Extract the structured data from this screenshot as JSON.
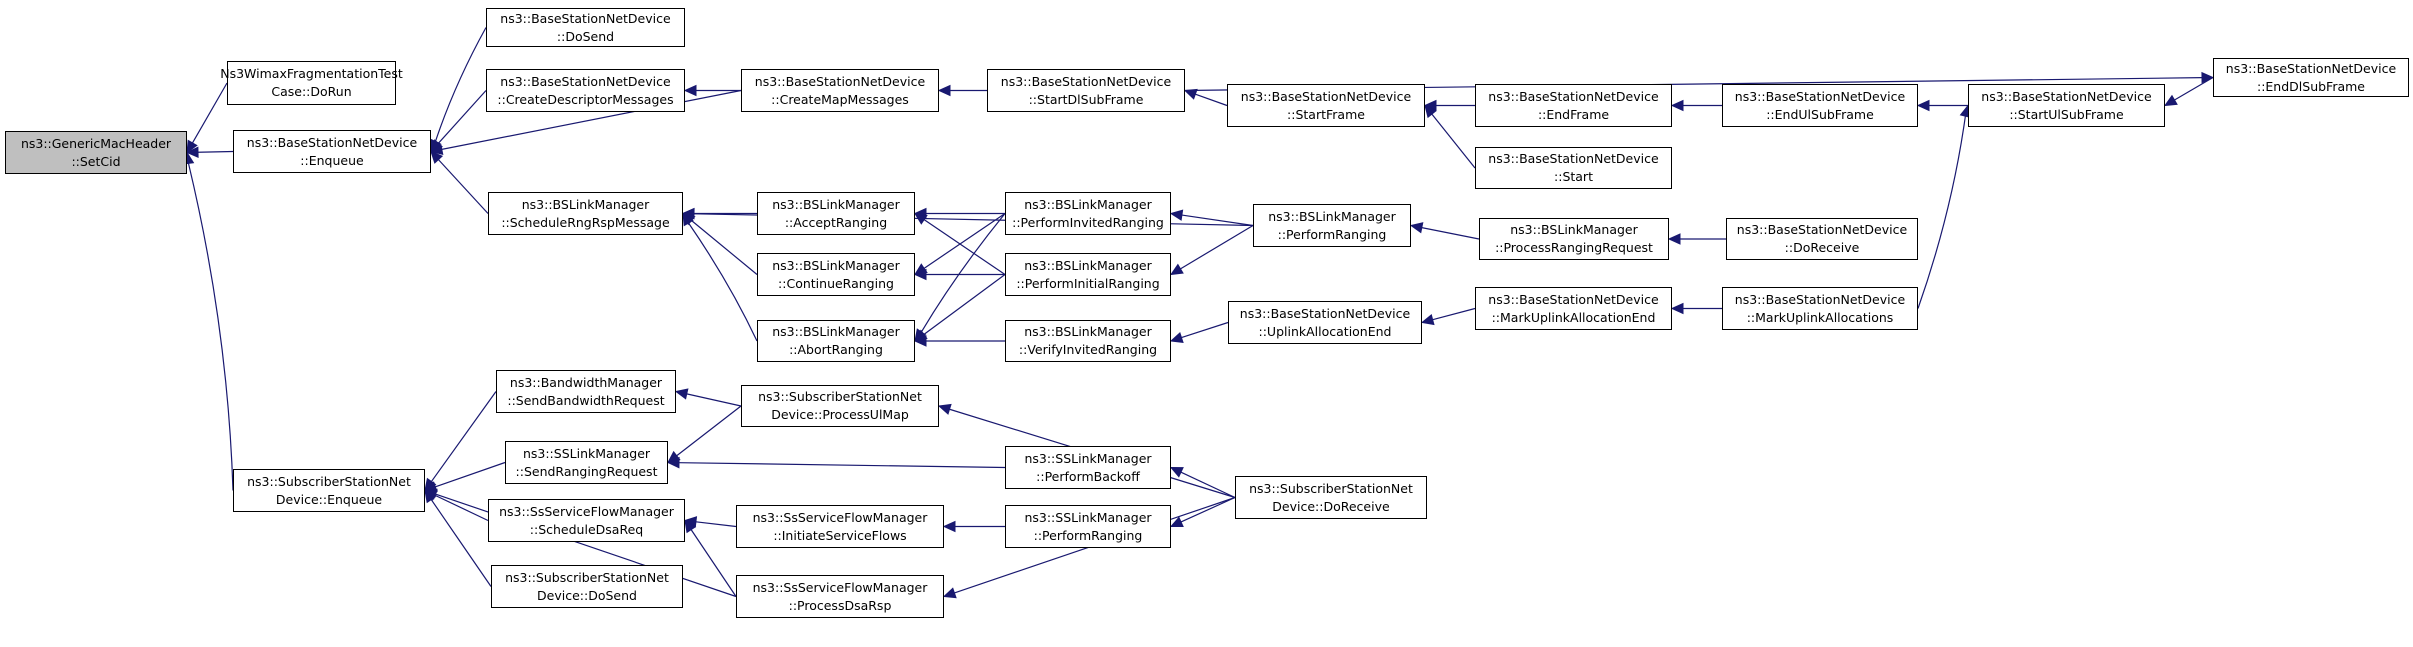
{
  "colors": {
    "edge": "#191970",
    "border": "#000000",
    "root_fill": "#bfbfbf",
    "node_fill": "#ffffff"
  },
  "nodes": [
    {
      "id": "setcid",
      "lines": [
        "ns3::GenericMacHeader",
        "::SetCid"
      ],
      "root": true
    },
    {
      "id": "ns3wimax",
      "lines": [
        "Ns3WimaxFragmentationTest",
        "Case::DoRun"
      ]
    },
    {
      "id": "bsnd_enqueue",
      "lines": [
        "ns3::BaseStationNetDevice",
        "::Enqueue"
      ]
    },
    {
      "id": "ssnd_enqueue",
      "lines": [
        "ns3::SubscriberStationNet",
        "Device::Enqueue"
      ]
    },
    {
      "id": "bsnd_dosend",
      "lines": [
        "ns3::BaseStationNetDevice",
        "::DoSend"
      ]
    },
    {
      "id": "bsnd_createdesc",
      "lines": [
        "ns3::BaseStationNetDevice",
        "::CreateDescriptorMessages"
      ]
    },
    {
      "id": "bsnd_createmap",
      "lines": [
        "ns3::BaseStationNetDevice",
        "::CreateMapMessages"
      ]
    },
    {
      "id": "bsnd_startdl",
      "lines": [
        "ns3::BaseStationNetDevice",
        "::StartDlSubFrame"
      ]
    },
    {
      "id": "bsnd_enddl",
      "lines": [
        "ns3::BaseStationNetDevice",
        "::EndDlSubFrame"
      ]
    },
    {
      "id": "bsnd_startframe",
      "lines": [
        "ns3::BaseStationNetDevice",
        "::StartFrame"
      ]
    },
    {
      "id": "bsnd_endframe",
      "lines": [
        "ns3::BaseStationNetDevice",
        "::EndFrame"
      ]
    },
    {
      "id": "bsnd_start",
      "lines": [
        "ns3::BaseStationNetDevice",
        "::Start"
      ]
    },
    {
      "id": "bsnd_endul",
      "lines": [
        "ns3::BaseStationNetDevice",
        "::EndUlSubFrame"
      ]
    },
    {
      "id": "bsnd_startul",
      "lines": [
        "ns3::BaseStationNetDevice",
        "::StartUlSubFrame"
      ]
    },
    {
      "id": "bslm_schedrng",
      "lines": [
        "ns3::BSLinkManager",
        "::ScheduleRngRspMessage"
      ]
    },
    {
      "id": "bslm_accept",
      "lines": [
        "ns3::BSLinkManager",
        "::AcceptRanging"
      ]
    },
    {
      "id": "bslm_continue",
      "lines": [
        "ns3::BSLinkManager",
        "::ContinueRanging"
      ]
    },
    {
      "id": "bslm_abort",
      "lines": [
        "ns3::BSLinkManager",
        "::AbortRanging"
      ]
    },
    {
      "id": "bslm_perfinvited",
      "lines": [
        "ns3::BSLinkManager",
        "::PerformInvitedRanging"
      ]
    },
    {
      "id": "bslm_perfinitial",
      "lines": [
        "ns3::BSLinkManager",
        "::PerformInitialRanging"
      ]
    },
    {
      "id": "bslm_verify",
      "lines": [
        "ns3::BSLinkManager",
        "::VerifyInvitedRanging"
      ]
    },
    {
      "id": "bslm_perfranging",
      "lines": [
        "ns3::BSLinkManager",
        "::PerformRanging"
      ]
    },
    {
      "id": "bslm_processrng",
      "lines": [
        "ns3::BSLinkManager",
        "::ProcessRangingRequest"
      ]
    },
    {
      "id": "bsnd_doreceive",
      "lines": [
        "ns3::BaseStationNetDevice",
        "::DoReceive"
      ]
    },
    {
      "id": "bsnd_uplinkend",
      "lines": [
        "ns3::BaseStationNetDevice",
        "::UplinkAllocationEnd"
      ]
    },
    {
      "id": "bsnd_markend",
      "lines": [
        "ns3::BaseStationNetDevice",
        "::MarkUplinkAllocationEnd"
      ]
    },
    {
      "id": "bsnd_markul",
      "lines": [
        "ns3::BaseStationNetDevice",
        "::MarkUplinkAllocations"
      ]
    },
    {
      "id": "bwm_sendbw",
      "lines": [
        "ns3::BandwidthManager",
        "::SendBandwidthRequest"
      ]
    },
    {
      "id": "sslm_sendrng",
      "lines": [
        "ns3::SSLinkManager",
        "::SendRangingRequest"
      ]
    },
    {
      "id": "sssfm_scheddsa",
      "lines": [
        "ns3::SsServiceFlowManager",
        "::ScheduleDsaReq"
      ]
    },
    {
      "id": "ssnd_dosend",
      "lines": [
        "ns3::SubscriberStationNet",
        "Device::DoSend"
      ]
    },
    {
      "id": "ssnd_processul",
      "lines": [
        "ns3::SubscriberStationNet",
        "Device::ProcessUlMap"
      ]
    },
    {
      "id": "sssfm_initiate",
      "lines": [
        "ns3::SsServiceFlowManager",
        "::InitiateServiceFlows"
      ]
    },
    {
      "id": "sssfm_processdsa",
      "lines": [
        "ns3::SsServiceFlowManager",
        "::ProcessDsaRsp"
      ]
    },
    {
      "id": "sslm_backoff",
      "lines": [
        "ns3::SSLinkManager",
        "::PerformBackoff"
      ]
    },
    {
      "id": "sslm_perfranging",
      "lines": [
        "ns3::SSLinkManager",
        "::PerformRanging"
      ]
    },
    {
      "id": "ssnd_doreceive",
      "lines": [
        "ns3::SubscriberStationNet",
        "Device::DoReceive"
      ]
    }
  ],
  "edges": [
    [
      "ns3wimax",
      "setcid"
    ],
    [
      "bsnd_enqueue",
      "setcid"
    ],
    [
      "ssnd_enqueue",
      "setcid"
    ],
    [
      "bsnd_dosend",
      "bsnd_enqueue"
    ],
    [
      "bsnd_createdesc",
      "bsnd_enqueue"
    ],
    [
      "bsnd_createmap",
      "bsnd_enqueue"
    ],
    [
      "bslm_schedrng",
      "bsnd_enqueue"
    ],
    [
      "bsnd_createmap",
      "bsnd_createdesc"
    ],
    [
      "bsnd_startdl",
      "bsnd_createmap"
    ],
    [
      "bsnd_startframe",
      "bsnd_startdl"
    ],
    [
      "bsnd_startdl",
      "bsnd_enddl"
    ],
    [
      "bsnd_endframe",
      "bsnd_startframe"
    ],
    [
      "bsnd_start",
      "bsnd_startframe"
    ],
    [
      "bsnd_endul",
      "bsnd_endframe"
    ],
    [
      "bsnd_startul",
      "bsnd_endul"
    ],
    [
      "bsnd_enddl",
      "bsnd_startul"
    ],
    [
      "bsnd_markul",
      "bsnd_startul"
    ],
    [
      "bslm_accept",
      "bslm_schedrng"
    ],
    [
      "bslm_continue",
      "bslm_schedrng"
    ],
    [
      "bslm_abort",
      "bslm_schedrng"
    ],
    [
      "bslm_perfranging",
      "bslm_schedrng"
    ],
    [
      "bslm_perfinvited",
      "bslm_accept"
    ],
    [
      "bslm_perfinitial",
      "bslm_accept"
    ],
    [
      "bslm_perfinvited",
      "bslm_continue"
    ],
    [
      "bslm_perfinitial",
      "bslm_continue"
    ],
    [
      "bslm_perfinvited",
      "bslm_abort"
    ],
    [
      "bslm_perfinitial",
      "bslm_abort"
    ],
    [
      "bslm_verify",
      "bslm_abort"
    ],
    [
      "bslm_perfranging",
      "bslm_perfinvited"
    ],
    [
      "bslm_perfranging",
      "bslm_perfinitial"
    ],
    [
      "bslm_processrng",
      "bslm_perfranging"
    ],
    [
      "bsnd_doreceive",
      "bslm_processrng"
    ],
    [
      "bsnd_uplinkend",
      "bslm_verify"
    ],
    [
      "bsnd_markend",
      "bsnd_uplinkend"
    ],
    [
      "bsnd_markul",
      "bsnd_markend"
    ],
    [
      "bwm_sendbw",
      "ssnd_enqueue"
    ],
    [
      "sslm_sendrng",
      "ssnd_enqueue"
    ],
    [
      "sssfm_scheddsa",
      "ssnd_enqueue"
    ],
    [
      "ssnd_dosend",
      "ssnd_enqueue"
    ],
    [
      "sssfm_processdsa",
      "ssnd_enqueue"
    ],
    [
      "ssnd_processul",
      "bwm_sendbw"
    ],
    [
      "ssnd_processul",
      "sslm_sendrng"
    ],
    [
      "sslm_backoff",
      "sslm_sendrng"
    ],
    [
      "sssfm_initiate",
      "sssfm_scheddsa"
    ],
    [
      "sssfm_processdsa",
      "sssfm_scheddsa"
    ],
    [
      "sslm_perfranging",
      "sssfm_initiate"
    ],
    [
      "ssnd_doreceive",
      "ssnd_processul"
    ],
    [
      "ssnd_doreceive",
      "sslm_backoff"
    ],
    [
      "ssnd_doreceive",
      "sslm_perfranging"
    ],
    [
      "ssnd_doreceive",
      "sssfm_processdsa"
    ]
  ]
}
